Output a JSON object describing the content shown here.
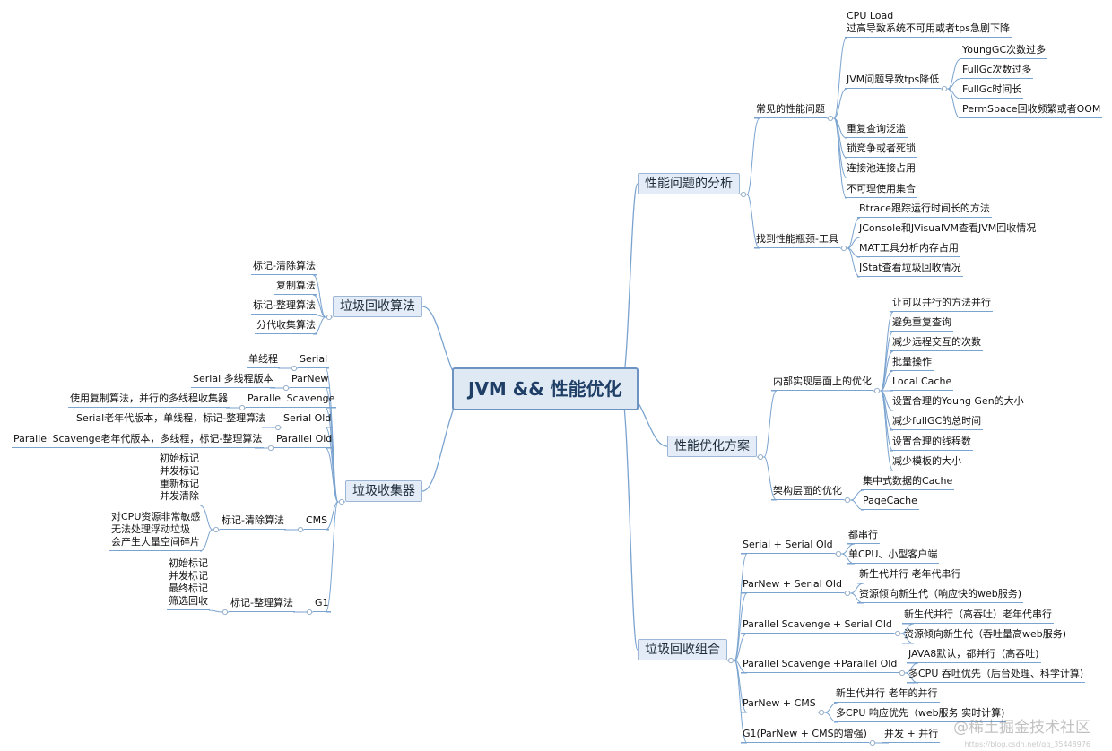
{
  "root": "JVM && 性能优化",
  "gc_algorithms": {
    "title": "垃圾回收算法",
    "items": [
      "标记-清除算法",
      "复制算法",
      "标记-整理算法",
      "分代收集算法"
    ]
  },
  "collectors": {
    "title": "垃圾收集器",
    "items": [
      {
        "name": "Serial",
        "desc": "单线程"
      },
      {
        "name": "ParNew",
        "desc": "Serial 多线程版本"
      },
      {
        "name": "Parallel Scavenge",
        "desc": "使用复制算法，并行的多线程收集器"
      },
      {
        "name": "Serial Old",
        "desc": "Serial老年代版本，单线程，标记-整理算法"
      },
      {
        "name": "Parallel Old",
        "desc": "Parallel Scavenge老年代版本，多线程，标记-整理算法"
      }
    ],
    "cms": {
      "name": "CMS",
      "algo": "标记-清除算法",
      "steps": "初始标记\n并发标记\n重新标记\n并发清除",
      "cons": "对CPU资源非常敏感\n无法处理浮动垃圾\n会产生大量空间碎片"
    },
    "g1": {
      "name": "G1",
      "algo": "标记-整理算法",
      "steps": "初始标记\n并发标记\n最终标记\n筛选回收"
    }
  },
  "analysis": {
    "title": "性能问题的分析",
    "common": {
      "title": "常见的性能问题",
      "cpu": "CPU Load\n过高导致系统不可用或者tps急剧下降",
      "jvm": {
        "title": "JVM问题导致tps降低",
        "items": [
          "YoungGC次数过多",
          "FullGc次数过多",
          "FullGc时间长",
          "PermSpace回收频繁或者OOM"
        ]
      },
      "others": [
        "重复查询泛滥",
        "锁竞争或者死锁",
        "连接池连接占用",
        "不可理使用集合"
      ]
    },
    "tools": {
      "title": "找到性能瓶颈-工具",
      "items": [
        "Btrace跟踪运行时间长的方法",
        "JConsole和JVisualVM查看JVM回收情况",
        "MAT工具分析内存占用",
        "JStat查看垃圾回收情况"
      ]
    }
  },
  "optimization": {
    "title": "性能优化方案",
    "internal": {
      "title": "内部实现层面上的优化",
      "items": [
        "让可以并行的方法并行",
        "避免重复查询",
        "减少远程交互的次数",
        "批量操作",
        "Local Cache",
        "设置合理的Young Gen的大小",
        "减少fullGC的总时间",
        "设置合理的线程数",
        "减少模板的大小"
      ]
    },
    "arch": {
      "title": "架构层面的优化",
      "items": [
        "集中式数据的Cache",
        "PageCache"
      ]
    }
  },
  "combos": {
    "title": "垃圾回收组合",
    "items": [
      {
        "name": "Serial + Serial Old",
        "notes": [
          "都串行",
          "单CPU、小型客户端"
        ]
      },
      {
        "name": "ParNew + Serial Old",
        "notes": [
          "新生代并行 老年代串行",
          "资源倾向新生代（响应快的web服务)"
        ]
      },
      {
        "name": "Parallel Scavenge + Serial Old",
        "notes": [
          "新生代并行（高吞吐）老年代串行",
          "资源倾向新生代（吞吐量高web服务)"
        ]
      },
      {
        "name": "Parallel Scavenge +Parallel Old",
        "notes": [
          "JAVA8默认，都并行（高吞吐)",
          "多CPU 吞吐优先（后台处理、科学计算)"
        ]
      },
      {
        "name": "ParNew + CMS",
        "notes": [
          "新生代并行 老年的并行",
          "多CPU 响应优先（web服务 实时计算)"
        ]
      },
      {
        "name": "G1(ParNew + CMS的增强)",
        "notes": [
          "并发 + 并行"
        ]
      }
    ]
  },
  "watermark": "@稀土掘金技术社区",
  "watermark_url": "https://blog.csdn.net/qq_35448976"
}
